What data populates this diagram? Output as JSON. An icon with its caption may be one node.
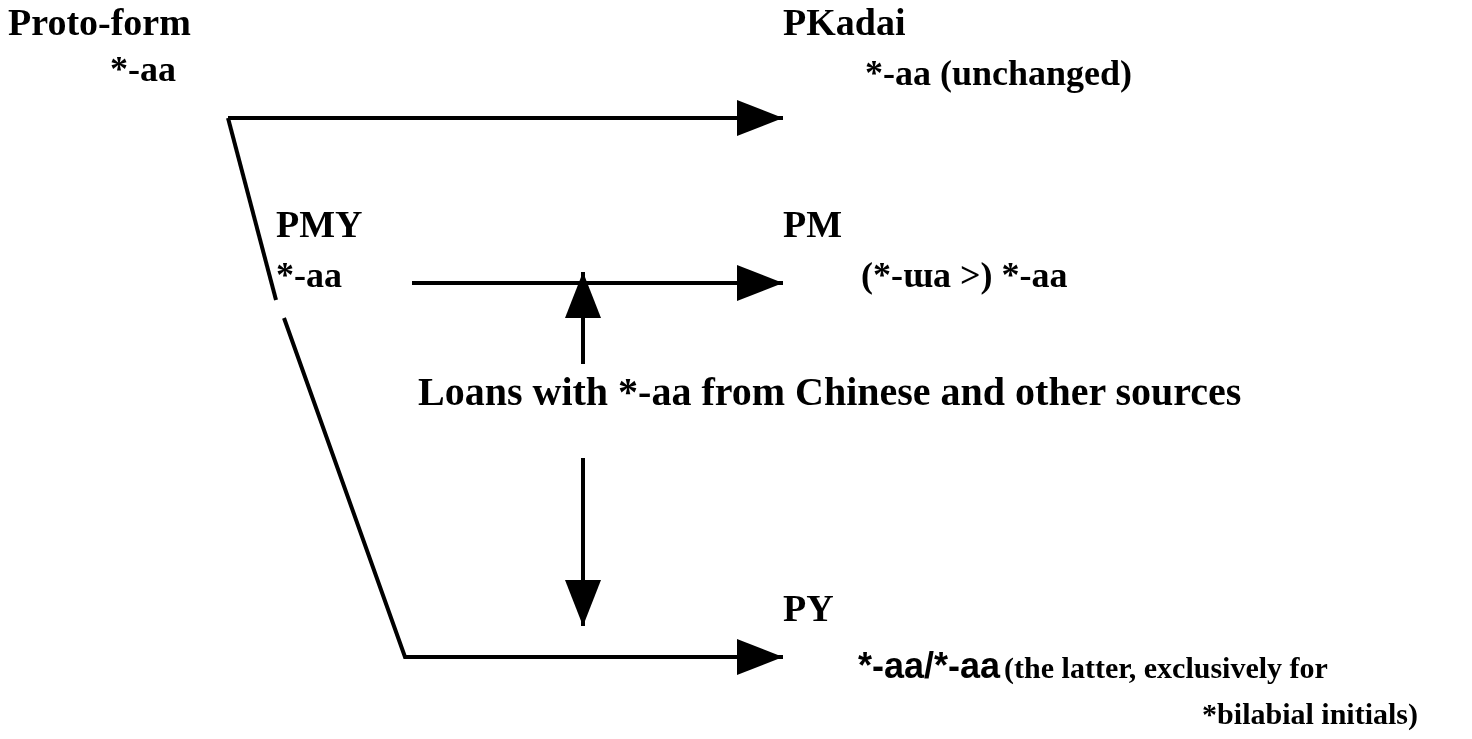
{
  "diagram": {
    "nodes": [
      {
        "text": [
          "Proto-form",
          "*-aa"
        ]
      },
      {
        "text": [
          "PKadai",
          "*-aa (unchanged)"
        ]
      },
      {
        "text": [
          "PMY",
          "*-aa"
        ]
      },
      {
        "text": [
          "PM",
          "(*-ɯa >) *-aa"
        ]
      },
      {
        "text": [
          "Loans with *-aa from Chinese and other sources"
        ]
      },
      {
        "text": [
          "PY",
          "*-aa/*-aa",
          "(the latter, exclusively for *bilabial initials)"
        ]
      }
    ],
    "edges": [
      {
        "from": 0,
        "to": 1,
        "arrow": "to"
      },
      {
        "from": 0,
        "to": 2,
        "arrow": "none"
      },
      {
        "from": 2,
        "to": 3,
        "arrow": "to"
      },
      {
        "from": 2,
        "to": 5,
        "arrow": "to"
      },
      {
        "from": 4,
        "to": null,
        "arrow": "to"
      },
      {
        "from": 4,
        "to": null,
        "arrow": "to"
      }
    ]
  }
}
